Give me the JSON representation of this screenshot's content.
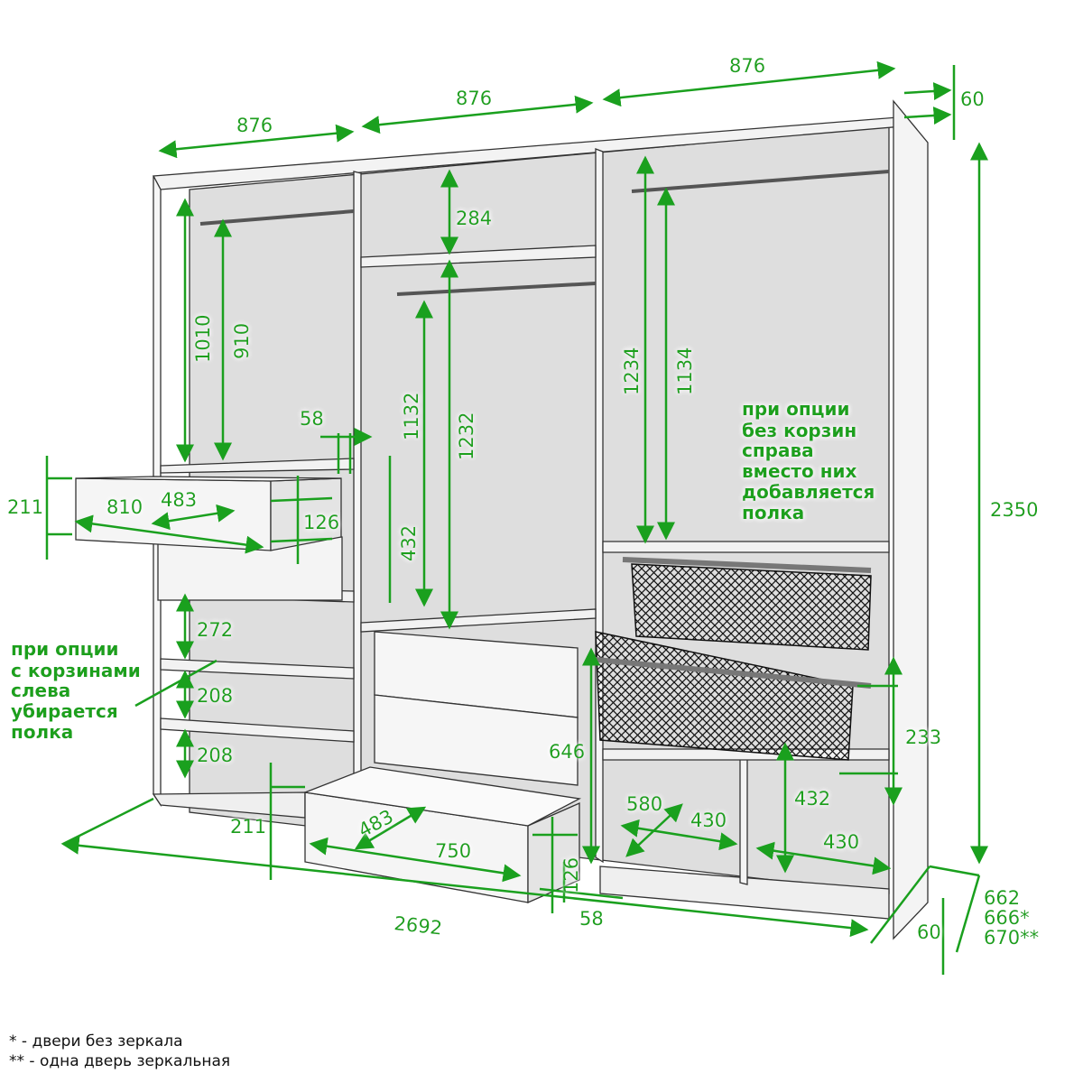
{
  "colors": {
    "dimension": "#1aa01e",
    "panel_fill": "#f0f0f0",
    "panel_inner": "#dcdcdc",
    "outline": "#333333",
    "basket": "#111111"
  },
  "dimensions": {
    "width_left": "876",
    "width_middle": "876",
    "width_right": "876",
    "top_offset": "60",
    "total_height": "2350",
    "left_rail_1": "1010",
    "left_rail_2": "910",
    "side_gap": "58",
    "drawer_top_height": "211",
    "drawer_top_width": "810",
    "drawer_top_depth": "483",
    "drawer_top_inner": "126",
    "shelf_432_left": "432",
    "shelf_272": "272",
    "shelf_208_a": "208",
    "shelf_208_b": "208",
    "middle_top": "284",
    "middle_rail_1": "1132",
    "middle_rail_2": "1232",
    "right_rail_1": "1234",
    "right_rail_2": "1134",
    "drawer_bottom_height": "211",
    "drawer_bottom_depth": "483",
    "drawer_bottom_width": "750",
    "drawer_bottom_inner": "126",
    "bottom_side_gap": "58",
    "middle_lower": "646",
    "total_width": "2692",
    "basket_gap": "233",
    "right_cell_580": "580",
    "right_cell_430_a": "430",
    "right_cell_432": "432",
    "right_cell_430_b": "430",
    "depth_1": "662",
    "depth_2": "666*",
    "depth_3": "670**",
    "bottom_offset": "60"
  },
  "notes": {
    "right": [
      "при опции",
      "без корзин",
      "справа",
      "вместо них",
      "добавляется",
      "полка"
    ],
    "left": [
      "при опции",
      "с корзинами",
      "слева",
      "убирается",
      "полка"
    ]
  },
  "legend": {
    "line1": "* - двери без зеркала",
    "line2": "** - одна дверь зеркальная"
  }
}
